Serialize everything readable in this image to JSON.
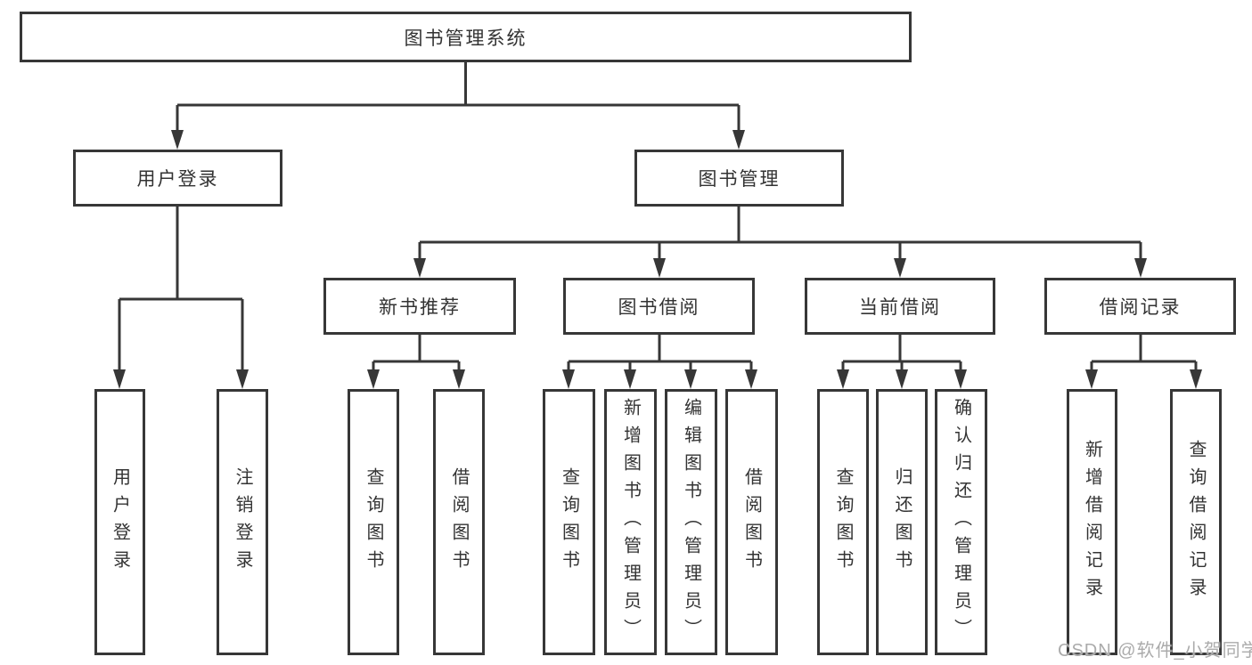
{
  "diagram": {
    "root": {
      "label": "图书管理系统"
    },
    "branches": [
      {
        "label": "用户登录",
        "children": [
          {
            "label": "用户登录"
          },
          {
            "label": "注销登录"
          }
        ]
      },
      {
        "label": "图书管理",
        "children": [
          {
            "label": "新书推荐",
            "children": [
              {
                "label": "查询图书"
              },
              {
                "label": "借阅图书"
              }
            ]
          },
          {
            "label": "图书借阅",
            "children": [
              {
                "label": "查询图书"
              },
              {
                "label": "新增图书（管理员）"
              },
              {
                "label": "编辑图书（管理员）"
              },
              {
                "label": "借阅图书"
              }
            ]
          },
          {
            "label": "当前借阅",
            "children": [
              {
                "label": "查询图书"
              },
              {
                "label": "归还图书"
              },
              {
                "label": "确认归还（管理员）"
              }
            ]
          },
          {
            "label": "借阅记录",
            "children": [
              {
                "label": "新增借阅记录"
              },
              {
                "label": "查询借阅记录"
              }
            ]
          }
        ]
      }
    ]
  },
  "watermark": {
    "text": "CSDN @软件_小贺同学"
  },
  "colors": {
    "line": "#373737",
    "node_text": "#333333",
    "node_background": "#ffffff",
    "watermark_text": "#ababab",
    "page_background": "#ffffff"
  }
}
